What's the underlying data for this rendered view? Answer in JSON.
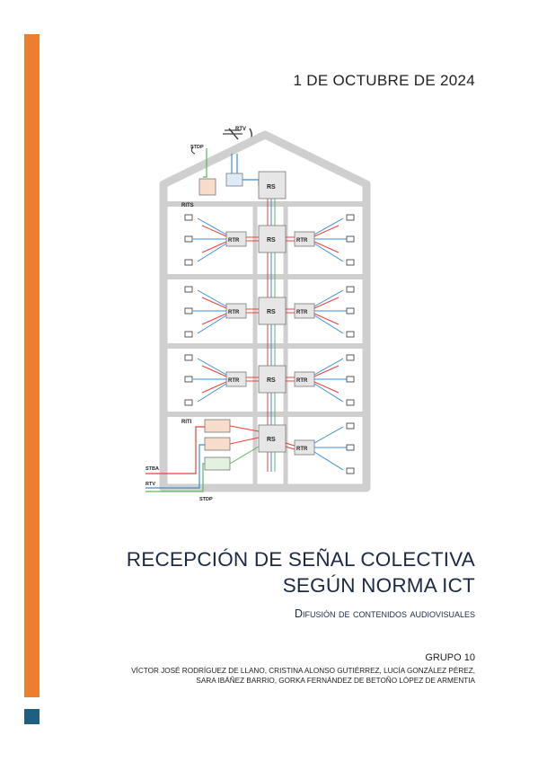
{
  "date": "1 DE OCTUBRE DE 2024",
  "title_line1": "RECEPCIÓN DE SEÑAL COLECTIVA",
  "title_line2": "SEGÚN NORMA ICT",
  "subtitle": "Difusión de contenidos audiovisuales",
  "group": "GRUPO 10",
  "authors_line1": "VÍCTOR JOSÉ RODRÍGUEZ DE LLANO, CRISTINA ALONSO GUTIÉRREZ, LUCÍA GONZÁLEZ PÉREZ,",
  "authors_line2": "SARA IBÁÑEZ BARRIO, GORKA FERNÁNDEZ DE BETOÑO LÓPEZ DE ARMENTIA",
  "diagram": {
    "label_rtv_top": "RTV",
    "label_stdp_top": "STDP",
    "label_rits": "RITS",
    "label_riti": "RITI",
    "label_rs": "RS",
    "label_rtr": "RTR",
    "label_stba": "STBA",
    "label_rtv_bottom": "RTV",
    "label_stdp_bottom": "STDP"
  },
  "colors": {
    "accent": "#ed7d31",
    "brand_square": "#1f5f82",
    "red": "#e8413a",
    "blue": "#3b8fd6",
    "green": "#5cb85c"
  }
}
